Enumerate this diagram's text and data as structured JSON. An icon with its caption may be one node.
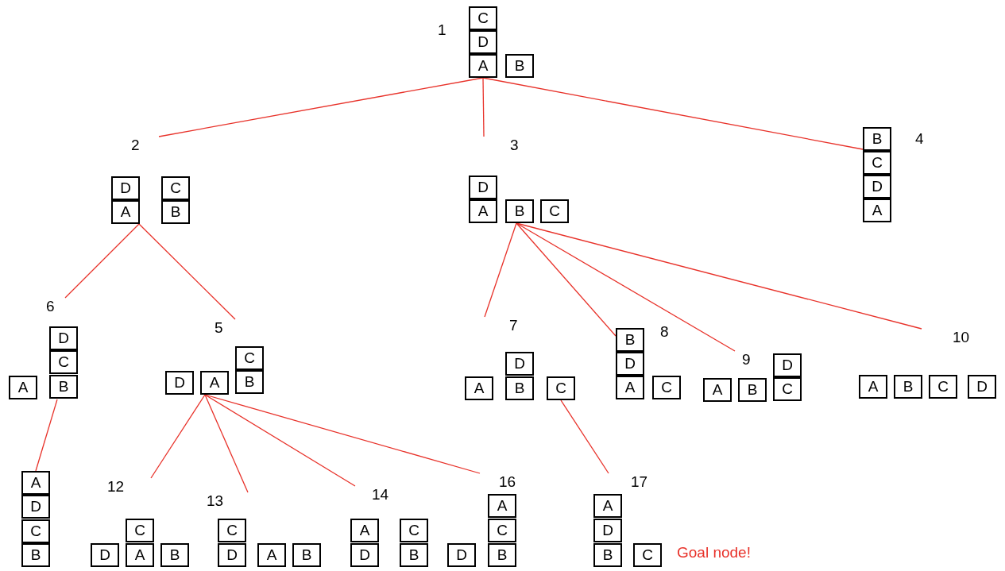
{
  "diagram": {
    "nodes": [
      {
        "text": [
          "1"
        ]
      },
      {
        "text": [
          "C"
        ],
        "in": 0
      },
      {
        "text": [
          "D"
        ],
        "in": 0
      },
      {
        "text": [
          "A"
        ],
        "in": 0
      },
      {
        "text": [
          "B"
        ],
        "in": 0
      },
      {
        "text": [
          "2"
        ]
      },
      {
        "text": [
          "D"
        ],
        "in": 5
      },
      {
        "text": [
          "A"
        ],
        "in": 5
      },
      {
        "text": [
          "C"
        ],
        "in": 5
      },
      {
        "text": [
          "B"
        ],
        "in": 5
      },
      {
        "text": [
          "3"
        ]
      },
      {
        "text": [
          "D"
        ],
        "in": 10
      },
      {
        "text": [
          "A"
        ],
        "in": 10
      },
      {
        "text": [
          "B"
        ],
        "in": 10
      },
      {
        "text": [
          "C"
        ],
        "in": 10
      },
      {
        "text": [
          "4"
        ]
      },
      {
        "text": [
          "B"
        ],
        "in": 15
      },
      {
        "text": [
          "C"
        ],
        "in": 15
      },
      {
        "text": [
          "D"
        ],
        "in": 15
      },
      {
        "text": [
          "A"
        ],
        "in": 15
      },
      {
        "text": [
          "6"
        ]
      },
      {
        "text": [
          "A"
        ],
        "in": 20
      },
      {
        "text": [
          "D"
        ],
        "in": 20
      },
      {
        "text": [
          "C"
        ],
        "in": 20
      },
      {
        "text": [
          "B"
        ],
        "in": 20
      },
      {
        "text": [
          "5"
        ]
      },
      {
        "text": [
          "D"
        ],
        "in": 25
      },
      {
        "text": [
          "A"
        ],
        "in": 25
      },
      {
        "text": [
          "C"
        ],
        "in": 25
      },
      {
        "text": [
          "B"
        ],
        "in": 25
      },
      {
        "text": [
          "7"
        ]
      },
      {
        "text": [
          "A"
        ],
        "in": 30
      },
      {
        "text": [
          "D"
        ],
        "in": 30
      },
      {
        "text": [
          "B"
        ],
        "in": 30
      },
      {
        "text": [
          "C"
        ],
        "in": 30
      },
      {
        "text": [
          "8"
        ]
      },
      {
        "text": [
          "B"
        ],
        "in": 35
      },
      {
        "text": [
          "D"
        ],
        "in": 35
      },
      {
        "text": [
          "A"
        ],
        "in": 35
      },
      {
        "text": [
          "C"
        ],
        "in": 35
      },
      {
        "text": [
          "9"
        ]
      },
      {
        "text": [
          "A"
        ],
        "in": 40
      },
      {
        "text": [
          "B"
        ],
        "in": 40
      },
      {
        "text": [
          "D"
        ],
        "in": 40
      },
      {
        "text": [
          "C"
        ],
        "in": 40
      },
      {
        "text": [
          "10"
        ]
      },
      {
        "text": [
          "A"
        ],
        "in": 45
      },
      {
        "text": [
          "B"
        ],
        "in": 45
      },
      {
        "text": [
          "C"
        ],
        "in": 45
      },
      {
        "text": [
          "D"
        ],
        "in": 45
      },
      {
        "text": [
          "A"
        ]
      },
      {
        "text": [
          "D"
        ]
      },
      {
        "text": [
          "C"
        ]
      },
      {
        "text": [
          "B"
        ]
      },
      {
        "text": [
          "12"
        ]
      },
      {
        "text": [
          "D"
        ],
        "in": 54
      },
      {
        "text": [
          "C"
        ],
        "in": 54
      },
      {
        "text": [
          "A"
        ],
        "in": 54
      },
      {
        "text": [
          "B"
        ],
        "in": 54
      },
      {
        "text": [
          "13"
        ]
      },
      {
        "text": [
          "C"
        ],
        "in": 59
      },
      {
        "text": [
          "D"
        ],
        "in": 59
      },
      {
        "text": [
          "A"
        ],
        "in": 59
      },
      {
        "text": [
          "B"
        ],
        "in": 59
      },
      {
        "text": [
          "14"
        ]
      },
      {
        "text": [
          "A"
        ],
        "in": 64
      },
      {
        "text": [
          "D"
        ],
        "in": 64
      },
      {
        "text": [
          "C"
        ],
        "in": 64
      },
      {
        "text": [
          "B"
        ],
        "in": 64
      },
      {
        "text": [
          "16"
        ]
      },
      {
        "text": [
          "D"
        ],
        "in": 69
      },
      {
        "text": [
          "A"
        ],
        "in": 69
      },
      {
        "text": [
          "C"
        ],
        "in": 69
      },
      {
        "text": [
          "B"
        ],
        "in": 69
      },
      {
        "text": [
          "17"
        ],
        "beside": [
          "Goal node!"
        ]
      },
      {
        "text": [
          "A"
        ],
        "in": 74
      },
      {
        "text": [
          "D"
        ],
        "in": 74
      },
      {
        "text": [
          "B"
        ],
        "in": 74
      },
      {
        "text": [
          "C"
        ],
        "in": 74
      }
    ],
    "edges": [
      {
        "from": 0,
        "to": 5,
        "arrow": "none"
      },
      {
        "from": 0,
        "to": 10,
        "arrow": "none"
      },
      {
        "from": 0,
        "to": 15,
        "arrow": "none"
      },
      {
        "from": 5,
        "to": 20,
        "arrow": "none"
      },
      {
        "from": 5,
        "to": 25,
        "arrow": "none"
      },
      {
        "from": 10,
        "to": 30,
        "arrow": "none"
      },
      {
        "from": 10,
        "to": 35,
        "arrow": "none"
      },
      {
        "from": 10,
        "to": 40,
        "arrow": "none"
      },
      {
        "from": 10,
        "to": 45,
        "arrow": "none"
      },
      {
        "from": 20,
        "to": 50,
        "arrow": "none"
      },
      {
        "from": 25,
        "to": 54,
        "arrow": "none"
      },
      {
        "from": 25,
        "to": 59,
        "arrow": "none"
      },
      {
        "from": 25,
        "to": 64,
        "arrow": "none"
      },
      {
        "from": 25,
        "to": 69,
        "arrow": "none"
      },
      {
        "from": 30,
        "to": 74,
        "arrow": "none"
      }
    ]
  }
}
